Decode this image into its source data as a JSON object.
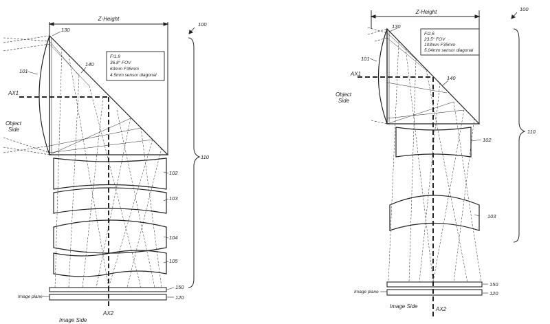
{
  "figures": [
    {
      "figure_ref": "100",
      "z_height_label": "Z-Height",
      "axis1_label": "AX1",
      "axis2_label": "AX2",
      "object_side_label": "Object\nSide",
      "image_side_label": "Image Side",
      "image_plane_label": "Image plane",
      "specs": [
        "F/1.9",
        "36.8° FOV",
        "63mm F35mm",
        "4.5mm sensor diagonal"
      ],
      "refs": {
        "prism": "130",
        "front_lens": "101",
        "fold_surface": "140",
        "lens_group": "110",
        "lens_2": "102",
        "lens_3": "103",
        "lens_4": "104",
        "lens_5": "105",
        "cover_glass": "150",
        "sensor": "120"
      }
    },
    {
      "figure_ref": "100",
      "z_height_label": "Z-Height",
      "axis1_label": "AX1",
      "axis2_label": "AX2",
      "object_side_label": "Object\nSide",
      "image_side_label": "Image Side",
      "image_plane_label": "Image plane",
      "specs": [
        "F/2.6",
        "23.5° FOV",
        "103mm F35mm",
        "5.04mm sensor diagonal"
      ],
      "refs": {
        "prism": "130",
        "front_lens": "101",
        "fold_surface": "140",
        "lens_group": "110",
        "lens_2": "102",
        "lens_3": "103",
        "cover_glass": "150",
        "sensor": "120"
      }
    }
  ],
  "colors": {
    "ink": "#222222",
    "paper": "#ffffff"
  }
}
